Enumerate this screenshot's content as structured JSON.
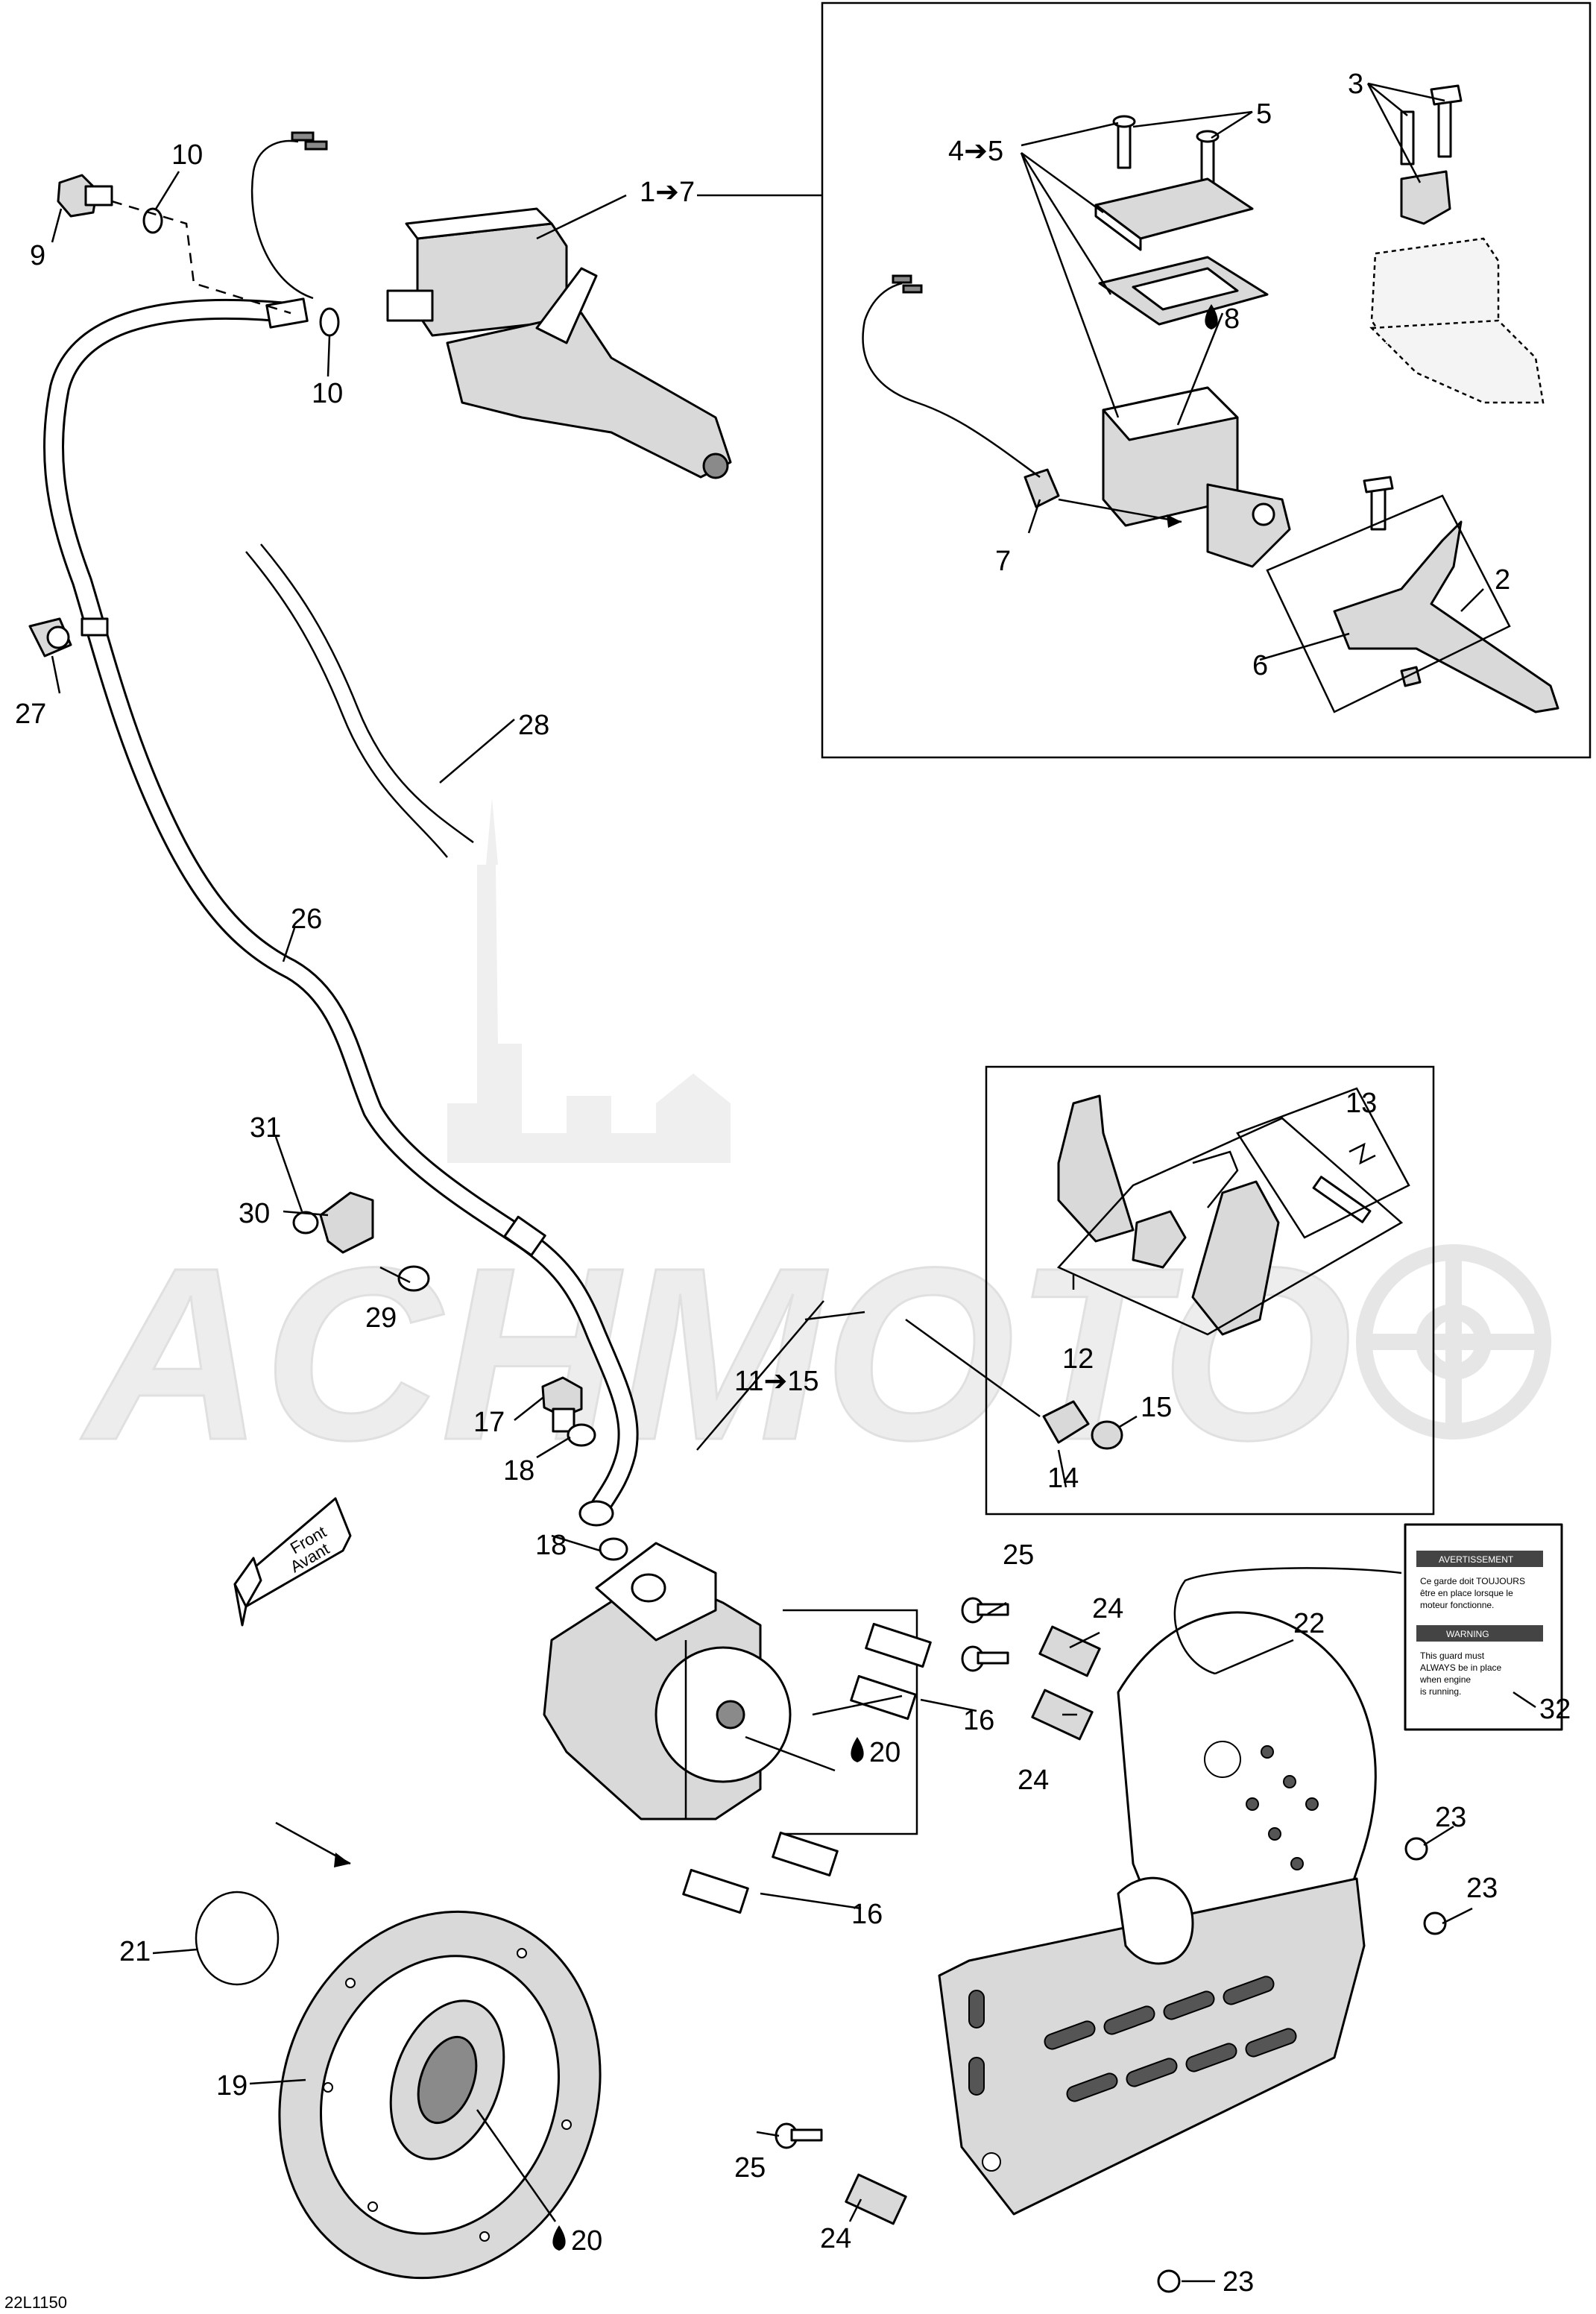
{
  "watermark": "ACHMOTO",
  "callouts": {
    "c1_7": "1➔7",
    "c2": "2",
    "c3": "3",
    "c4_5": "4➔5",
    "c5": "5",
    "c6": "6",
    "c7": "7",
    "c8": "8",
    "c9": "9",
    "c10a": "10",
    "c10b": "10",
    "c11_15": "11➔15",
    "c12": "12",
    "c13": "13",
    "c14": "14",
    "c15": "15",
    "c16a": "16",
    "c16b": "16",
    "c17": "17",
    "c18a": "18",
    "c18b": "18",
    "c19": "19",
    "c20a": "20",
    "c20b": "20",
    "c21": "21",
    "c22": "22",
    "c23a": "23",
    "c23b": "23",
    "c23c": "23",
    "c24a": "24",
    "c24b": "24",
    "c24c": "24",
    "c25a": "25",
    "c25b": "25",
    "c26": "26",
    "c27": "27",
    "c28": "28",
    "c29": "29",
    "c30": "30",
    "c31": "31",
    "c32": "32"
  },
  "direction_arrow": {
    "line1": "Front",
    "line2": "Avant"
  },
  "warning_label": {
    "fr_header": "AVERTISSEMENT",
    "fr_line1": "Ce garde doit TOUJOURS",
    "fr_line2": "être en place lorsque le",
    "fr_line3": "moteur fonctionne.",
    "en_header": "WARNING",
    "en_line1": "This guard must",
    "en_line2": "ALWAYS be in place",
    "en_line3": "when engine",
    "en_line4": "is running."
  },
  "drawing_code": "22L1150"
}
